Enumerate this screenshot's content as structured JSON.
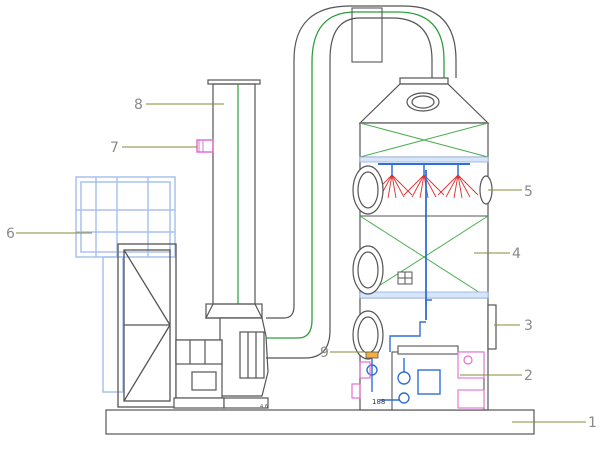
{
  "diagram": {
    "labels": [
      {
        "id": "base",
        "text": "1"
      },
      {
        "id": "pump-tank",
        "text": "2"
      },
      {
        "id": "inlet",
        "text": "3"
      },
      {
        "id": "tower-body",
        "text": "4"
      },
      {
        "id": "spray-layer",
        "text": "5"
      },
      {
        "id": "control-cabinet",
        "text": "6"
      },
      {
        "id": "sampling-port",
        "text": "7"
      },
      {
        "id": "chimney",
        "text": "8"
      },
      {
        "id": "pipe",
        "text": "9"
      }
    ],
    "fan_mark": "4.6",
    "pump_mark": "188",
    "colors": {
      "outline": "#555555",
      "duct_green": "#2e9e3e",
      "packing_green": "#4caf50",
      "spray_red": "#e03030",
      "water_blue": "#2f6fd6",
      "cabinet_blue": "#a9c2ee",
      "label_gray": "#8a8a8a",
      "leader_olive": "#8a8a3a",
      "pink": "#e36fd0"
    }
  }
}
